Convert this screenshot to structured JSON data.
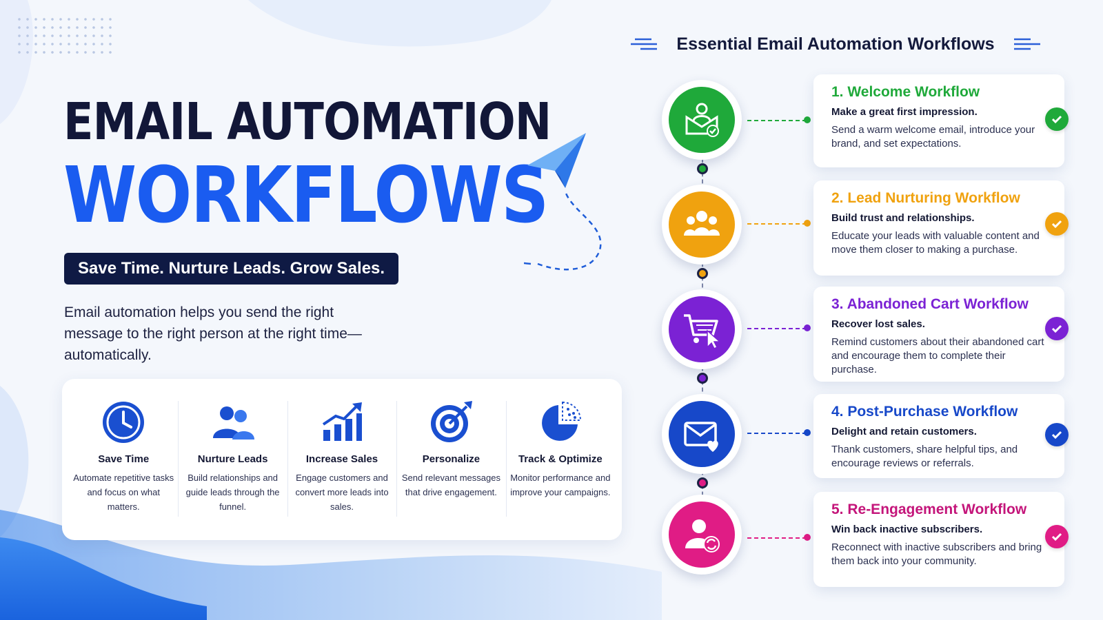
{
  "hero": {
    "title_line1": "EMAIL AUTOMATION",
    "title_line2": "WORKFLOWS",
    "tagline": "Save Time. Nurture Leads. Grow Sales.",
    "intro": "Email automation helps you send the right message to the right person at the right time—automatically."
  },
  "benefits": [
    {
      "title": "Save Time",
      "desc": "Automate repetitive tasks and focus on what matters.",
      "icon": "clock-icon"
    },
    {
      "title": "Nurture Leads",
      "desc": "Build relationships and guide leads through the funnel.",
      "icon": "people-icon"
    },
    {
      "title": "Increase Sales",
      "desc": "Engage customers and convert more leads into sales.",
      "icon": "growth-chart-icon"
    },
    {
      "title": "Personalize",
      "desc": "Send relevant messages that drive engagement.",
      "icon": "target-icon"
    },
    {
      "title": "Track & Optimize",
      "desc": "Monitor performance and improve your campaigns.",
      "icon": "pie-chart-icon"
    }
  ],
  "workflows_section": {
    "title": "Essential Email Automation Workflows"
  },
  "workflows": [
    {
      "title": "1. Welcome Workflow",
      "subtitle": "Make a great first impression.",
      "desc": "Send a warm welcome email, introduce your brand, and set expectations.",
      "color": "#1fa93a",
      "icon": "welcome-envelope-icon"
    },
    {
      "title": "2. Lead Nurturing Workflow",
      "subtitle": "Build trust and relationships.",
      "desc": "Educate your leads with valuable content and move them closer to making a purchase.",
      "color": "#f0a20f",
      "icon": "group-icon"
    },
    {
      "title": "3. Abandoned Cart Workflow",
      "subtitle": "Recover lost sales.",
      "desc": "Remind customers about their abandoned cart and encourage them to complete their purchase.",
      "color": "#7b22d4",
      "icon": "shopping-cart-icon"
    },
    {
      "title": "4. Post-Purchase Workflow",
      "subtitle": "Delight and retain customers.",
      "desc": "Thank customers, share helpful tips, and encourage reviews or referrals.",
      "color": "#1748c9",
      "icon": "envelope-heart-icon"
    },
    {
      "title": "5. Re-Engagement Workflow",
      "subtitle": "Win back inactive subscribers.",
      "desc": "Reconnect with inactive subscribers and bring them back into your community.",
      "color": "#e01c85",
      "icon": "user-refresh-icon"
    }
  ],
  "colors": {
    "accent_blue": "#1a5cf0",
    "navy": "#0f1a44"
  }
}
